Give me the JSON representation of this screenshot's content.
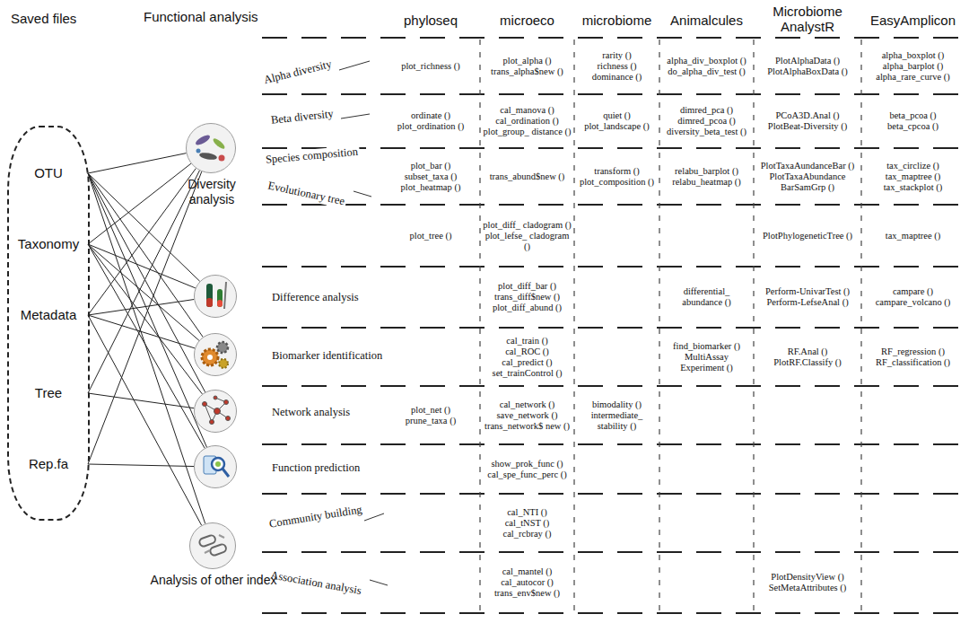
{
  "diagram": {
    "nodes": [
      {
        "text": [
          "Saved files"
        ]
      },
      {
        "text": [
          "OTU"
        ],
        "in": 0
      },
      {
        "text": [
          "Taxonomy"
        ],
        "in": 0
      },
      {
        "text": [
          "Metadata"
        ],
        "in": 0
      },
      {
        "text": [
          "Tree"
        ],
        "in": 0
      },
      {
        "text": [
          "Rep.fa"
        ],
        "in": 0
      },
      {
        "text": [
          "Diversity analysis"
        ]
      },
      {
        "text": [
          "Difference analysis"
        ]
      },
      {
        "text": [
          "Biomarker identification"
        ]
      },
      {
        "text": [
          "Network analysis"
        ]
      },
      {
        "text": [
          "Function prediction"
        ]
      },
      {
        "text": [
          "Analysis of other index"
        ]
      }
    ],
    "edges": [
      {
        "from": 1,
        "to": 6,
        "arrow": "none"
      },
      {
        "from": 1,
        "to": 7,
        "arrow": "none"
      },
      {
        "from": 1,
        "to": 8,
        "arrow": "none"
      },
      {
        "from": 1,
        "to": 9,
        "arrow": "none"
      },
      {
        "from": 1,
        "to": 10,
        "arrow": "none"
      },
      {
        "from": 1,
        "to": 11,
        "arrow": "none"
      },
      {
        "from": 2,
        "to": 6,
        "arrow": "none"
      },
      {
        "from": 2,
        "to": 7,
        "arrow": "none"
      },
      {
        "from": 2,
        "to": 8,
        "arrow": "none"
      },
      {
        "from": 2,
        "to": 9,
        "arrow": "none"
      },
      {
        "from": 2,
        "to": 10,
        "arrow": "none"
      },
      {
        "from": 3,
        "to": 6,
        "arrow": "none"
      },
      {
        "from": 3,
        "to": 7,
        "arrow": "none"
      },
      {
        "from": 3,
        "to": 8,
        "arrow": "none"
      },
      {
        "from": 3,
        "to": 11,
        "arrow": "none"
      },
      {
        "from": 4,
        "to": 6,
        "arrow": "none"
      },
      {
        "from": 4,
        "to": 9,
        "arrow": "none"
      },
      {
        "from": 5,
        "to": 6,
        "arrow": "none"
      },
      {
        "from": 5,
        "to": 10,
        "arrow": "none"
      }
    ],
    "labels": [
      "Functional analysis",
      "phyloseq",
      "microeco",
      "microbiome",
      "Animalcules",
      "Microbiome AnalystR",
      "EasyAmplicon",
      "Alpha diversity",
      "Beta diversity",
      "Species composition",
      "Evolutionary tree",
      "Community building",
      "Association analysis",
      "plot_richness ()",
      "plot_alpha ()",
      "trans_alpha$new ()",
      "rarity ()",
      "richness ()",
      "dominance ()",
      "alpha_div_boxplot ()",
      "do_alpha_div_test ()",
      "PlotAlphaData ()",
      "PlotAlphaBoxData ()",
      "alpha_boxplot ()",
      "alpha_barplot ()",
      "alpha_rare_curve ()",
      "ordinate ()",
      "plot_ordination ()",
      "cal_manova ()",
      "cal_ordination ()",
      "plot_group_ distance ()",
      "quiet ()",
      "plot_landscape ()",
      "dimred_pca ()",
      "dimred_pcoa ()",
      "diversity_beta_test ()",
      "PCoA3D.Anal ()",
      "PlotBeat-Diversity ()",
      "beta_pcoa ()",
      "beta_cpcoa ()",
      "plot_bar ()",
      "subset_taxa ()",
      "plot_heatmap ()",
      "trans_abund$new ()",
      "transform ()",
      "plot_composition ()",
      "relabu_barplot ()",
      "relabu_heatmap ()",
      "PlotTaxaAundanceBar ()",
      "PlotTaxaAbundance BarSamGrp ()",
      "tax_circlize ()",
      "tax_maptree ()",
      "tax_stackplot ()",
      "plot_tree ()",
      "plot_diff_ cladogram ()",
      "plot_lefse_ cladogram ()",
      "PlotPhylogeneticTree ()",
      "tax_maptree ()",
      "plot_diff_bar ()",
      "trans_diff$new ()",
      "plot_diff_abund ()",
      "differential_ abundance ()",
      "Perform-UnivarTest ()",
      "Perform-LefseAnal ()",
      "campare ()",
      "campare_volcano ()",
      "cal_train ()",
      "cal_ROC ()",
      "cal_predict ()",
      "set_trainControl ()",
      "find_biomarker ()",
      "MultiAssay Experiment ()",
      "RF.Anal ()",
      "PlotRF.Classify ()",
      "RF_regression ()",
      "RF_classification ()",
      "plot_net ()",
      "prune_taxa ()",
      "cal_network ()",
      "save_network ()",
      "trans_network$ new ()",
      "bimodality ()",
      "intermediate_ stability ()",
      "show_prok_func ()",
      "cal_spe_func_perc ()",
      "cal_NTI ()",
      "cal_tNST ()",
      "cal_rcbray ()",
      "cal_mantel ()",
      "cal_autocor ()",
      "trans_env$new ()",
      "PlotDensityView ()",
      "SetMetaAttributes ()"
    ]
  }
}
